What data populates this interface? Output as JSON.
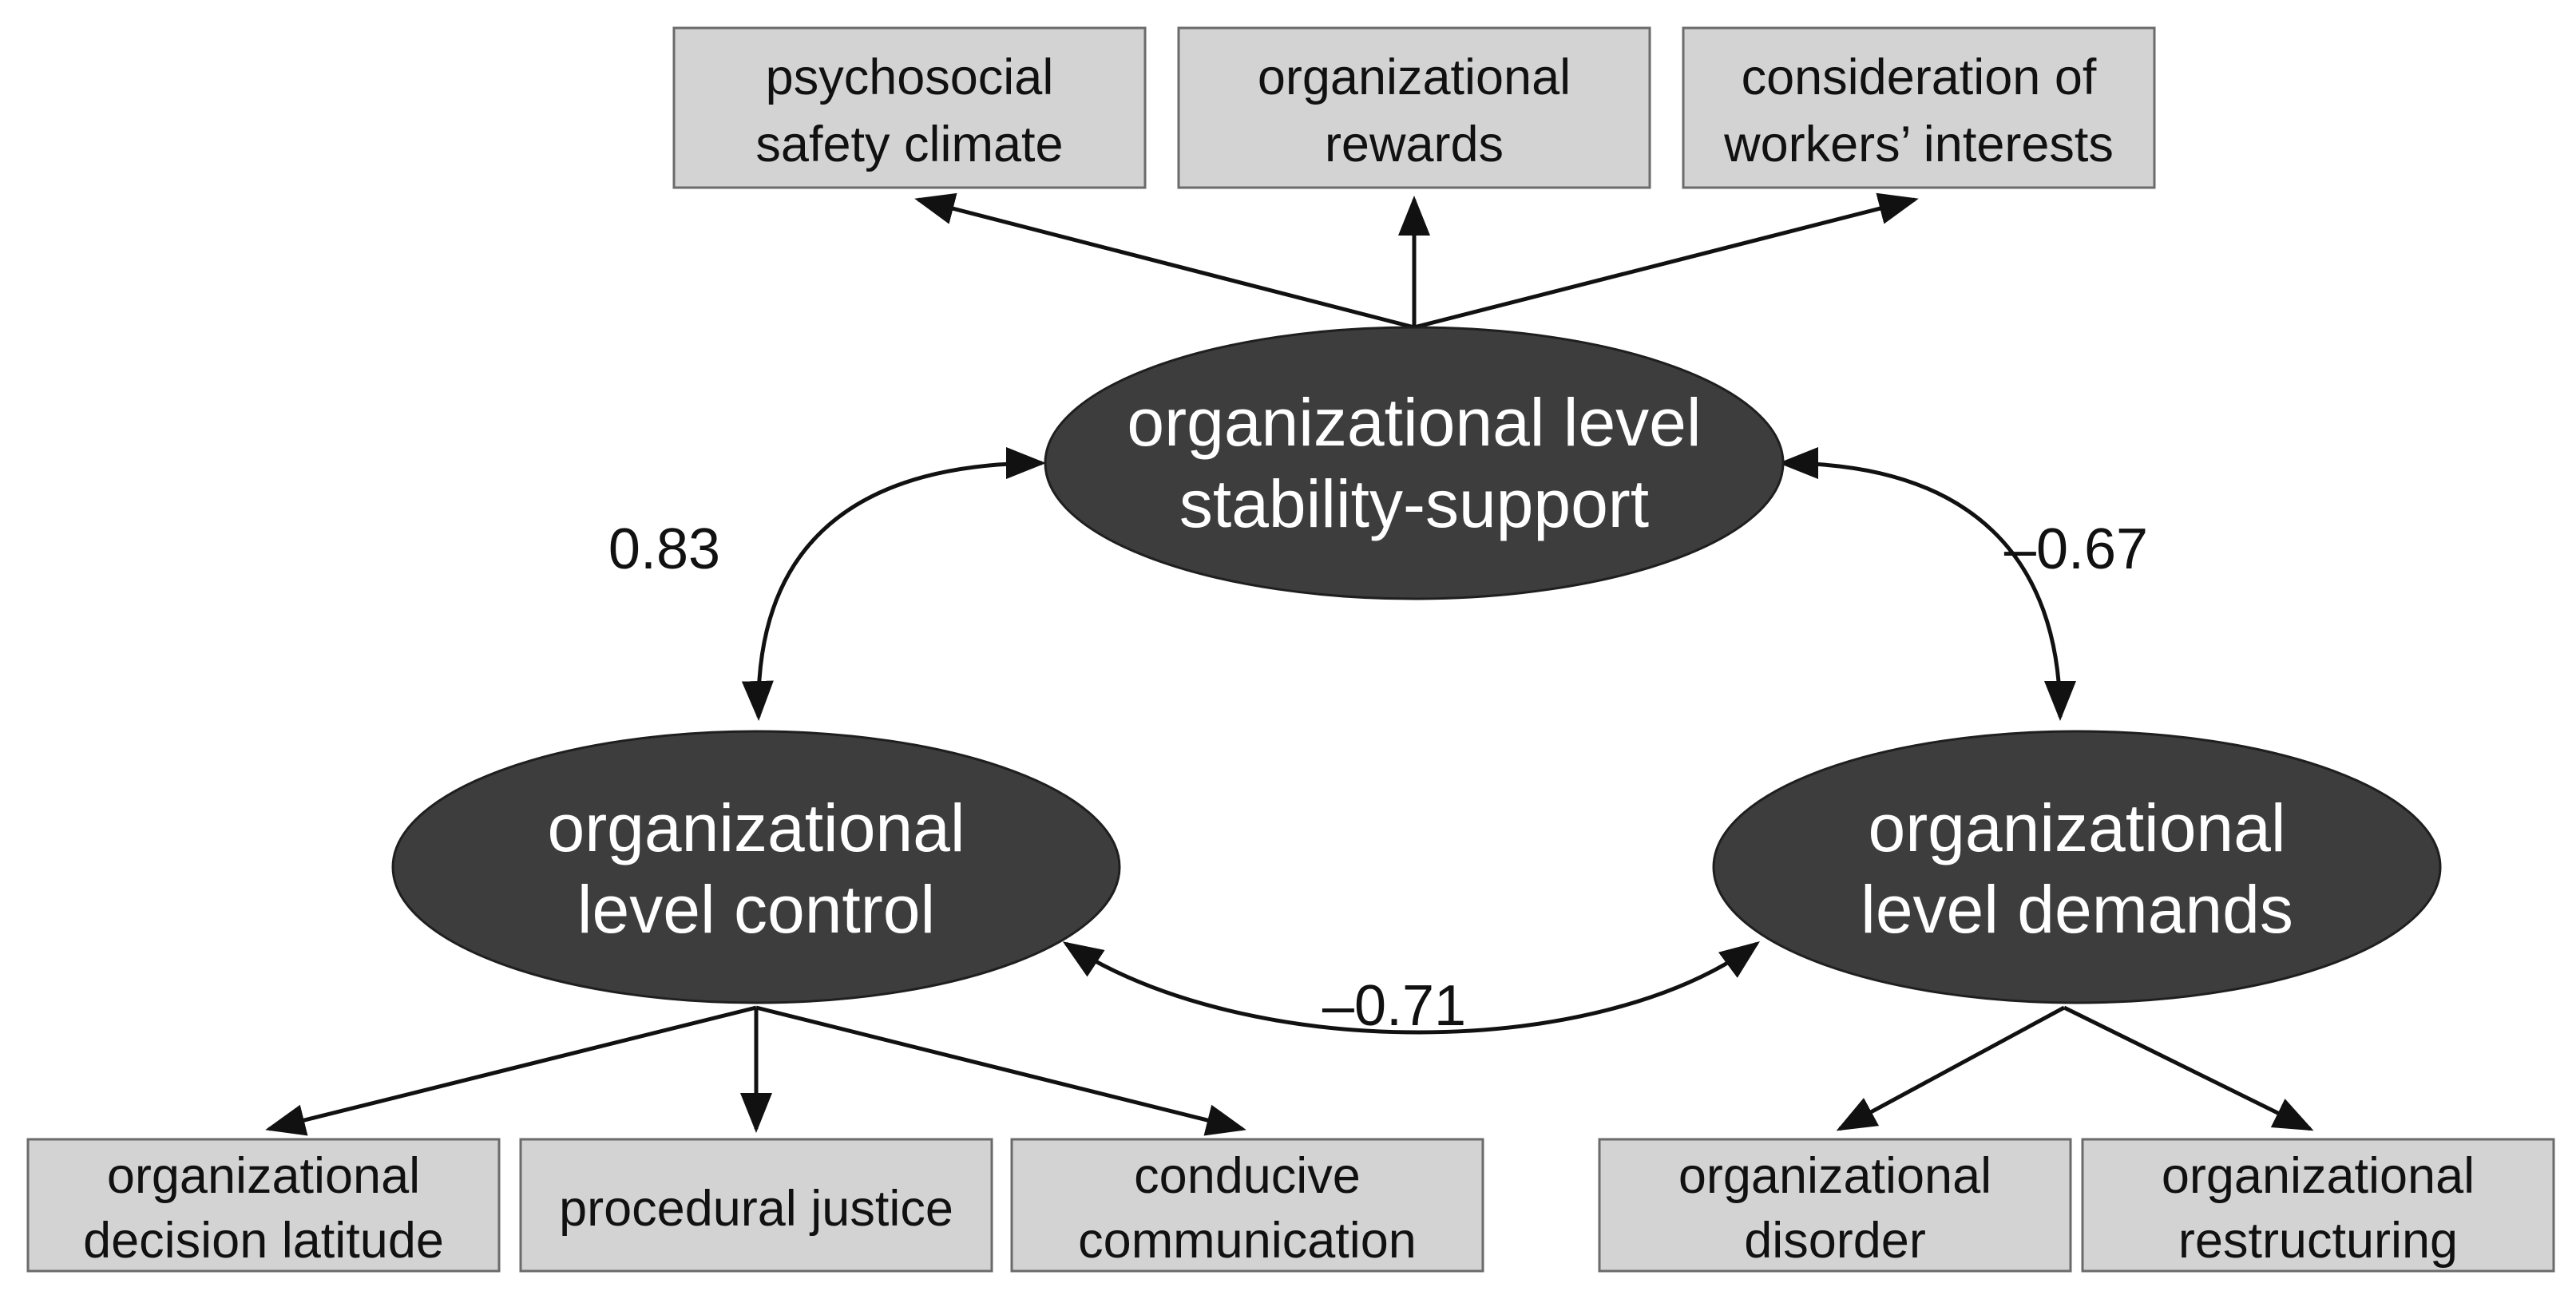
{
  "latents": {
    "support": {
      "line1": "organizational level",
      "line2": "stability-support"
    },
    "control": {
      "line1": "organizational",
      "line2": "level control"
    },
    "demands": {
      "line1": "organizational",
      "line2": "level demands"
    }
  },
  "indicators": {
    "support": [
      {
        "line1": "psychosocial",
        "line2": "safety climate"
      },
      {
        "line1": "organizational",
        "line2": "rewards"
      },
      {
        "line1": "consideration of",
        "line2": "workers’ interests"
      }
    ],
    "control": [
      {
        "line1": "organizational",
        "line2": "decision latitude"
      },
      {
        "line1": "procedural justice",
        "line2": ""
      },
      {
        "line1": "conducive",
        "line2": "communication"
      }
    ],
    "demands": [
      {
        "line1": "organizational",
        "line2": "disorder"
      },
      {
        "line1": "organizational",
        "line2": "restructuring"
      }
    ]
  },
  "correlations": {
    "support_control": "0.83",
    "support_demands": "–0.67",
    "control_demands": "–0.71"
  },
  "colors": {
    "latent_fill": "#3d3d3d",
    "box_fill": "#d3d3d3",
    "arrow": "#111111"
  }
}
